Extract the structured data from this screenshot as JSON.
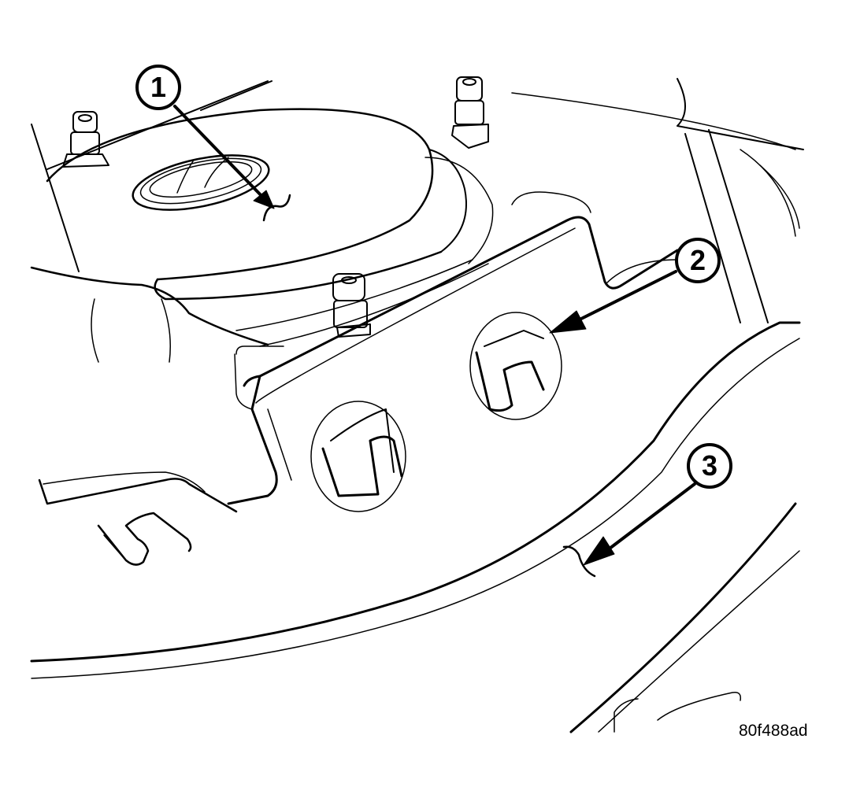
{
  "figure": {
    "id": "80f488ad",
    "type": "service-manual line illustration",
    "colors": {
      "line": "#000000",
      "background": "#ffffff"
    }
  },
  "callouts": [
    {
      "number": "1"
    },
    {
      "number": "2"
    },
    {
      "number": "3"
    }
  ]
}
